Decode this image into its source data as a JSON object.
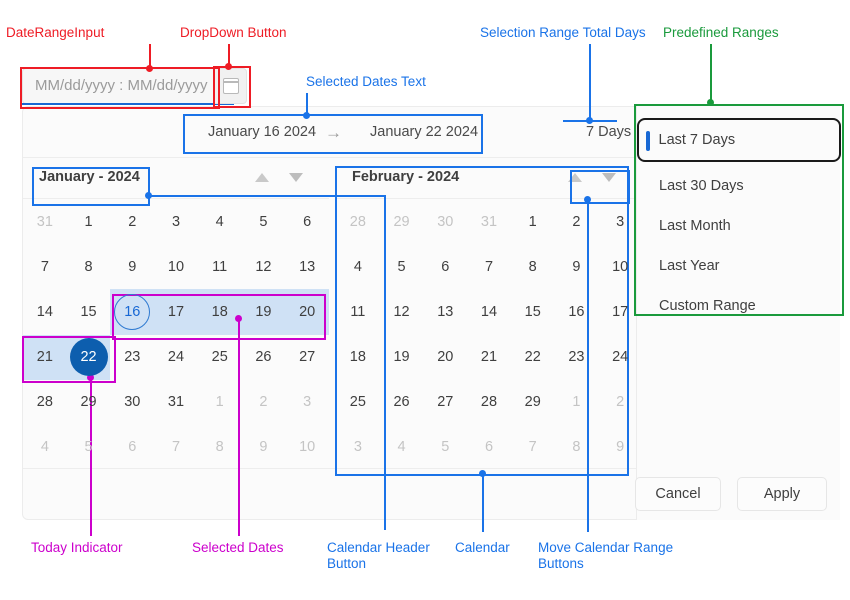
{
  "input": {
    "placeholder": "MM/dd/yyyy : MM/dd/yyyy",
    "value": "",
    "dropdown_icon": "calendar-icon"
  },
  "selection": {
    "start_label": "January 16 2024",
    "arrow": "→",
    "end_label": "January 22 2024",
    "total_days": "7 Days"
  },
  "calendars": [
    {
      "id": "january",
      "title": "January - 2024",
      "up_icon": "triangle-up-icon",
      "down_icon": "triangle-down-icon",
      "weeks": [
        [
          {
            "d": "31",
            "o": true
          },
          {
            "d": "1"
          },
          {
            "d": "2"
          },
          {
            "d": "3"
          },
          {
            "d": "4"
          },
          {
            "d": "5"
          },
          {
            "d": "6"
          }
        ],
        [
          {
            "d": "7"
          },
          {
            "d": "8"
          },
          {
            "d": "9"
          },
          {
            "d": "10"
          },
          {
            "d": "11"
          },
          {
            "d": "12"
          },
          {
            "d": "13"
          }
        ],
        [
          {
            "d": "14"
          },
          {
            "d": "15"
          },
          {
            "d": "16",
            "today": true,
            "r": true
          },
          {
            "d": "17",
            "r": true
          },
          {
            "d": "18",
            "r": true
          },
          {
            "d": "19",
            "r": true
          },
          {
            "d": "20",
            "r": true
          }
        ],
        [
          {
            "d": "21",
            "r": true
          },
          {
            "d": "22",
            "sel": true,
            "r": true
          },
          {
            "d": "23"
          },
          {
            "d": "24"
          },
          {
            "d": "25"
          },
          {
            "d": "26"
          },
          {
            "d": "27"
          }
        ],
        [
          {
            "d": "28"
          },
          {
            "d": "29"
          },
          {
            "d": "30"
          },
          {
            "d": "31"
          },
          {
            "d": "1",
            "o": true
          },
          {
            "d": "2",
            "o": true
          },
          {
            "d": "3",
            "o": true
          }
        ],
        [
          {
            "d": "4",
            "o": true
          },
          {
            "d": "5",
            "o": true
          },
          {
            "d": "6",
            "o": true
          },
          {
            "d": "7",
            "o": true
          },
          {
            "d": "8",
            "o": true
          },
          {
            "d": "9",
            "o": true
          },
          {
            "d": "10",
            "o": true
          }
        ]
      ]
    },
    {
      "id": "february",
      "title": "February - 2024",
      "up_icon": "triangle-up-icon",
      "down_icon": "triangle-down-icon",
      "weeks": [
        [
          {
            "d": "28",
            "o": true
          },
          {
            "d": "29",
            "o": true
          },
          {
            "d": "30",
            "o": true
          },
          {
            "d": "31",
            "o": true
          },
          {
            "d": "1"
          },
          {
            "d": "2"
          },
          {
            "d": "3"
          }
        ],
        [
          {
            "d": "4"
          },
          {
            "d": "5"
          },
          {
            "d": "6"
          },
          {
            "d": "7"
          },
          {
            "d": "8"
          },
          {
            "d": "9"
          },
          {
            "d": "10"
          }
        ],
        [
          {
            "d": "11"
          },
          {
            "d": "12"
          },
          {
            "d": "13"
          },
          {
            "d": "14"
          },
          {
            "d": "15"
          },
          {
            "d": "16"
          },
          {
            "d": "17"
          }
        ],
        [
          {
            "d": "18"
          },
          {
            "d": "19"
          },
          {
            "d": "20"
          },
          {
            "d": "21"
          },
          {
            "d": "22"
          },
          {
            "d": "23"
          },
          {
            "d": "24"
          }
        ],
        [
          {
            "d": "25"
          },
          {
            "d": "26"
          },
          {
            "d": "27"
          },
          {
            "d": "28"
          },
          {
            "d": "29"
          },
          {
            "d": "1",
            "o": true
          },
          {
            "d": "2",
            "o": true
          }
        ],
        [
          {
            "d": "3",
            "o": true
          },
          {
            "d": "4",
            "o": true
          },
          {
            "d": "5",
            "o": true
          },
          {
            "d": "6",
            "o": true
          },
          {
            "d": "7",
            "o": true
          },
          {
            "d": "8",
            "o": true
          },
          {
            "d": "9",
            "o": true
          }
        ]
      ]
    }
  ],
  "predefined_ranges": [
    {
      "label": "Last 7 Days",
      "active": true
    },
    {
      "label": "Last 30 Days",
      "active": false
    },
    {
      "label": "Last Month",
      "active": false
    },
    {
      "label": "Last Year",
      "active": false
    },
    {
      "label": "Custom Range",
      "active": false
    }
  ],
  "actions": {
    "cancel_label": "Cancel",
    "apply_label": "Apply"
  },
  "annotations": [
    {
      "id": "date-range-input",
      "text": "DateRangeInput",
      "color": "#ee1c25"
    },
    {
      "id": "dropdown-button",
      "text": "DropDown Button",
      "color": "#ee1c25"
    },
    {
      "id": "selected-dates-text",
      "text": "Selected Dates Text",
      "color": "#1a73e8"
    },
    {
      "id": "selection-range-total-days",
      "text": "Selection Range Total Days",
      "color": "#1a73e8"
    },
    {
      "id": "predefined-ranges",
      "text": "Predefined Ranges",
      "color": "#1a9a3c"
    },
    {
      "id": "today-indicator",
      "text": "Today Indicator",
      "color": "#cc00cc"
    },
    {
      "id": "selected-dates",
      "text": "Selected Dates",
      "color": "#cc00cc"
    },
    {
      "id": "calendar-header-button",
      "text": "Calendar Header\nButton",
      "color": "#1a73e8"
    },
    {
      "id": "calendar",
      "text": "Calendar",
      "color": "#1a73e8"
    },
    {
      "id": "move-calendar-range-buttons",
      "text": "Move Calendar Range\nButtons",
      "color": "#1a73e8"
    }
  ]
}
